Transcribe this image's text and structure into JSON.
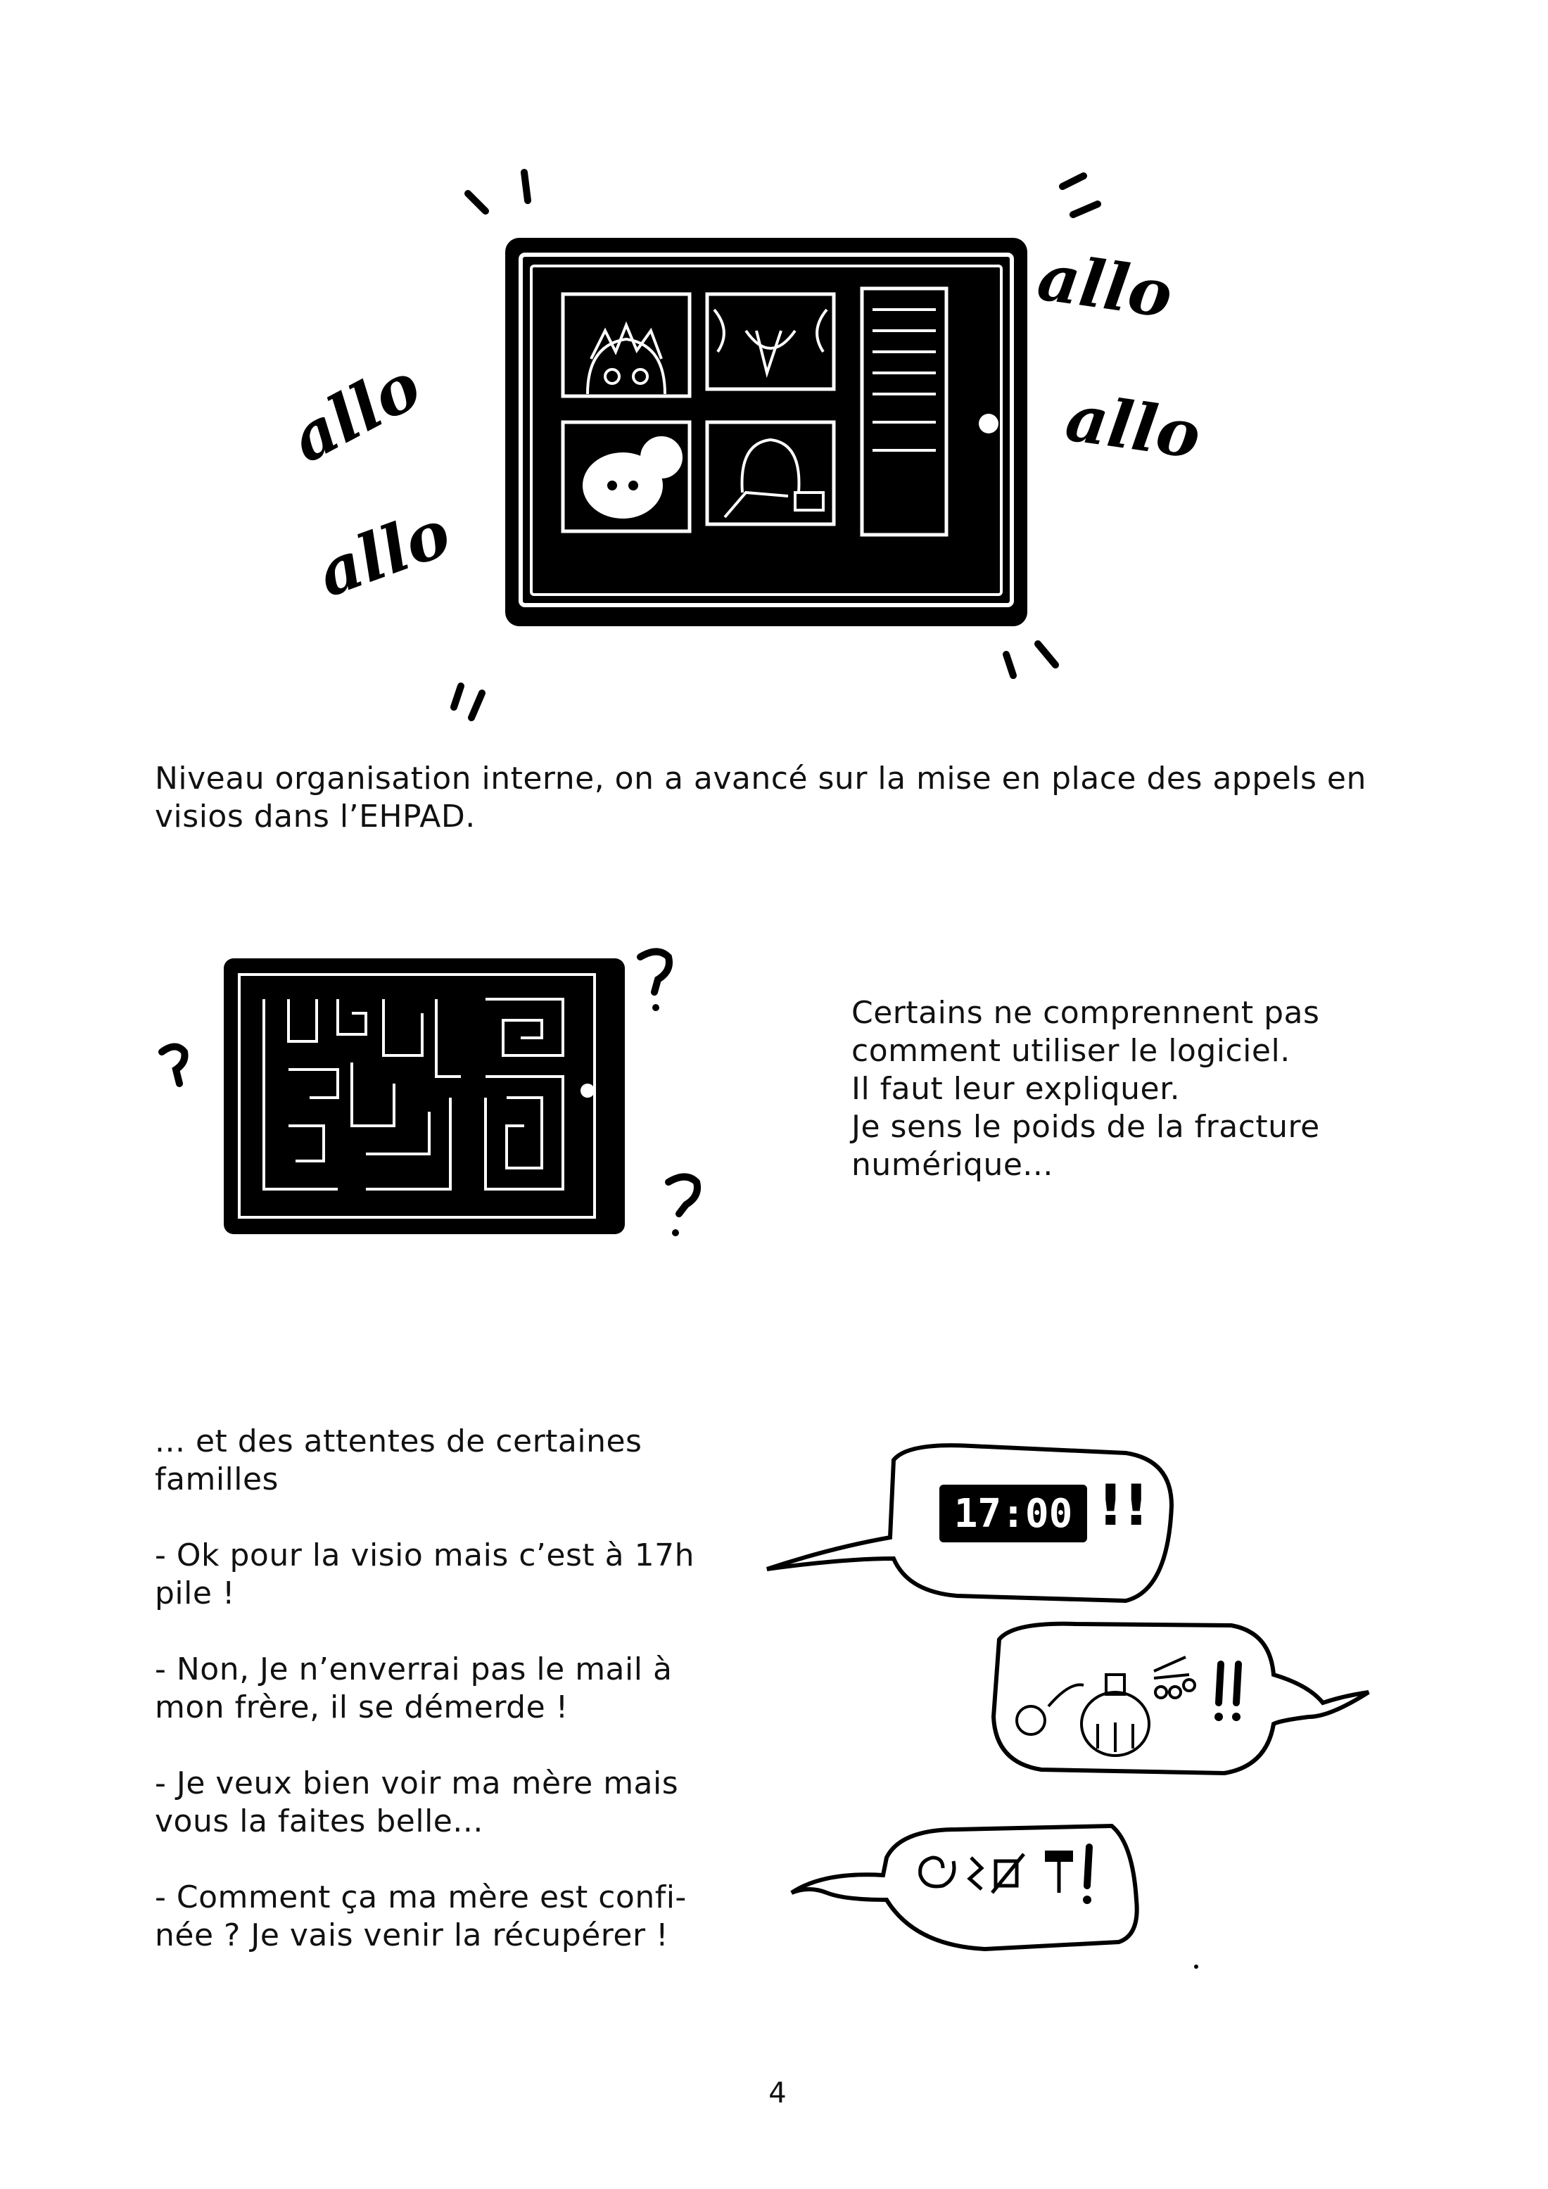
{
  "page": {
    "page_number": "4"
  },
  "illustration_top": {
    "allo_labels": [
      "allo",
      "allo",
      "allo",
      "allo"
    ],
    "icons": [
      "tablet-video-call-icon",
      "sound-marks-icon"
    ]
  },
  "paragraph_1": "Niveau organisation interne, on a avancé sur la mise en place des appels en visios dans l’EHPAD.",
  "illustration_middle": {
    "icons": [
      "tablet-maze-icon",
      "question-mark-icon"
    ]
  },
  "paragraph_2": "Certains ne comprennent pas\ncomment utiliser le logiciel.\nIl faut leur expliquer.\nJe sens le poids de la fracture\nnumérique...",
  "paragraph_3": {
    "intro": "... et des attentes de certaines\nfamilles",
    "quotes": [
      "- Ok pour la visio mais c’est à 17h\npile !",
      "- Non, Je n’enverrai pas le mail à\nmon frère, il se démerde !",
      "- Je veux bien voir ma mère mais\nvous la faites belle...",
      "- Comment ça ma mère est confi-\nnée ? Je vais venir la récupérer !"
    ]
  },
  "bubbles": {
    "clock_text": "17:00",
    "exclaim": "!!",
    "icons": [
      "clock-bubble-icon",
      "perfume-bubble-icon",
      "grawlix-bubble-icon"
    ]
  }
}
